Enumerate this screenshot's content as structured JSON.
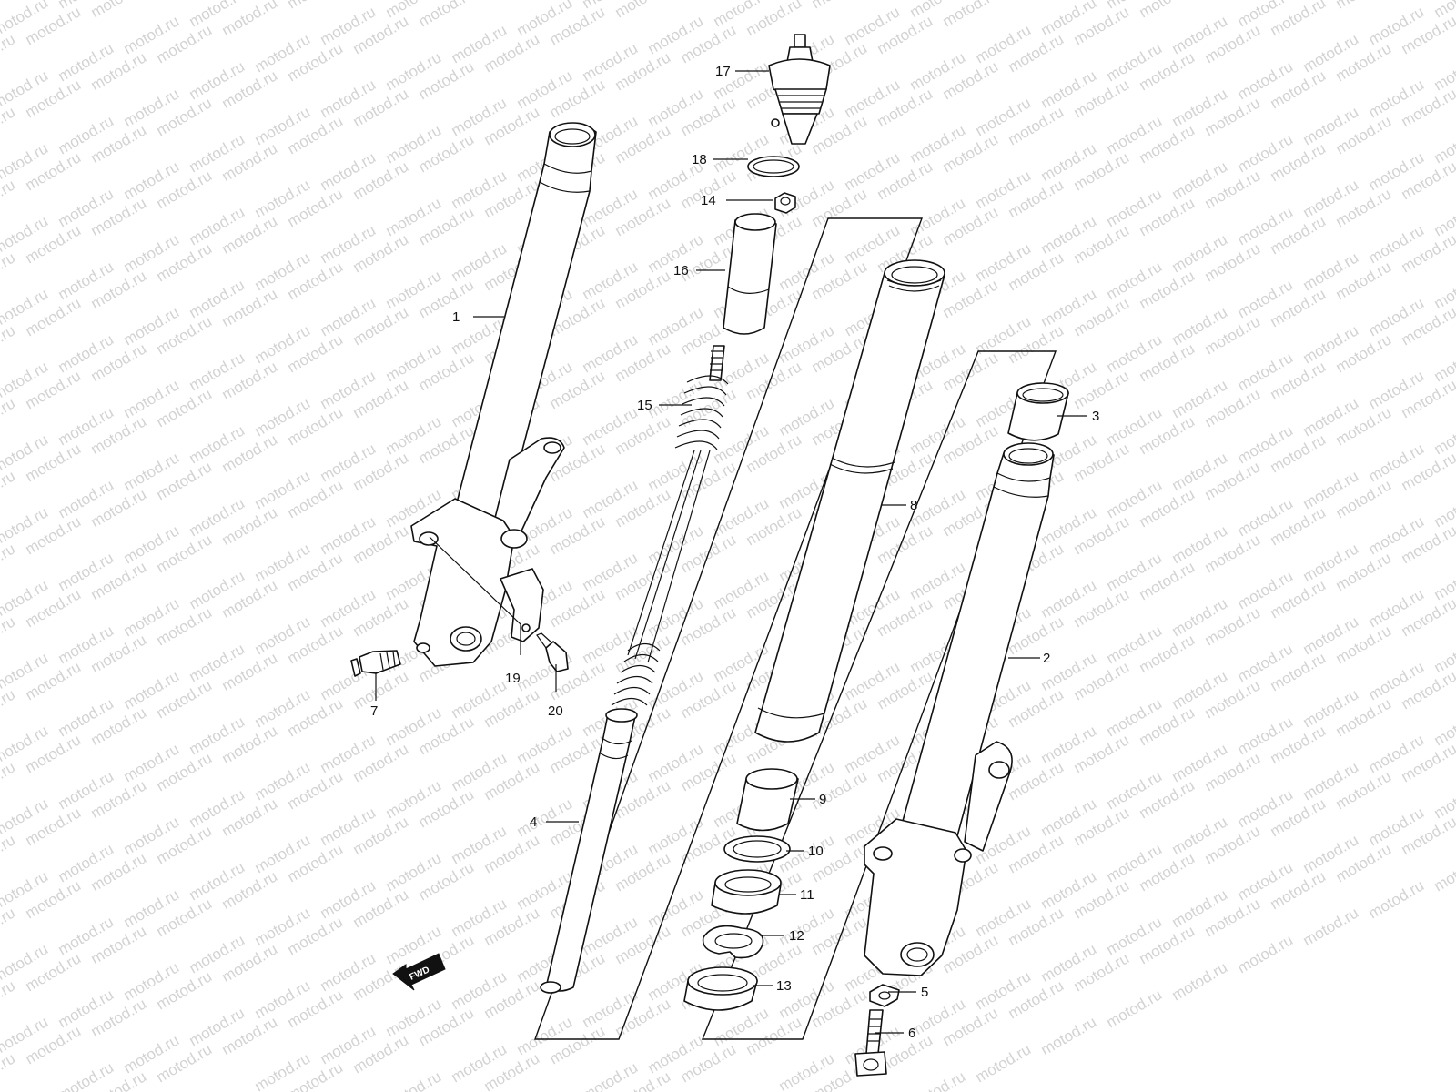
{
  "watermark": {
    "text": "motod.ru",
    "color": "#d3d3d3"
  },
  "direction_badge": {
    "text": "FWD"
  },
  "colors": {
    "line": "#111111",
    "background": "#ffffff"
  },
  "callouts": [
    {
      "id": "1",
      "text": "1"
    },
    {
      "id": "2",
      "text": "2"
    },
    {
      "id": "3",
      "text": "3"
    },
    {
      "id": "4",
      "text": "4"
    },
    {
      "id": "5",
      "text": "5"
    },
    {
      "id": "6",
      "text": "6"
    },
    {
      "id": "7",
      "text": "7"
    },
    {
      "id": "8",
      "text": "8"
    },
    {
      "id": "9",
      "text": "9"
    },
    {
      "id": "10",
      "text": "10"
    },
    {
      "id": "11",
      "text": "11"
    },
    {
      "id": "12",
      "text": "12"
    },
    {
      "id": "13",
      "text": "13"
    },
    {
      "id": "14",
      "text": "14"
    },
    {
      "id": "15",
      "text": "15"
    },
    {
      "id": "16",
      "text": "16"
    },
    {
      "id": "17",
      "text": "17"
    },
    {
      "id": "18",
      "text": "18"
    },
    {
      "id": "19",
      "text": "19"
    },
    {
      "id": "20",
      "text": "20"
    }
  ]
}
